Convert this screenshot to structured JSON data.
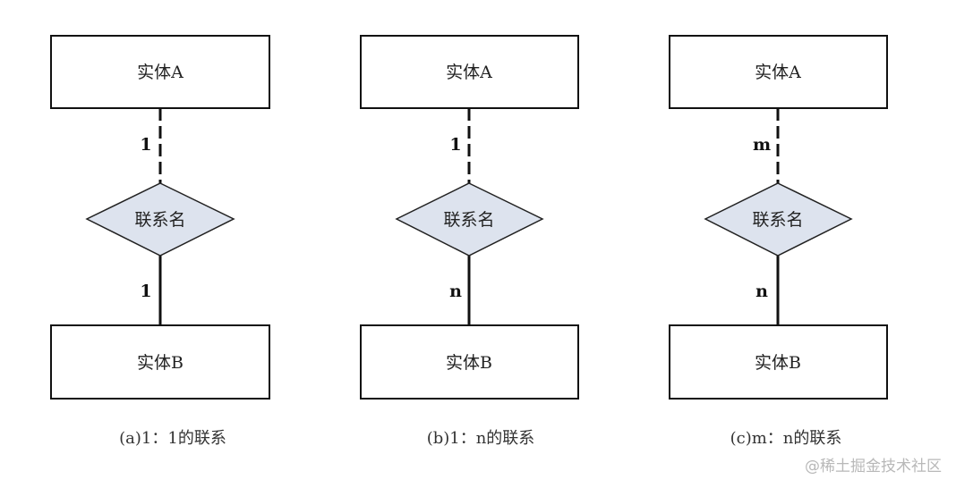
{
  "diagrams": [
    {
      "entity_a": "实体A",
      "relationship": "联系名",
      "entity_b": "实体B",
      "cardinality_top": "1",
      "cardinality_bottom": "1",
      "caption": "(a)1：1的联系"
    },
    {
      "entity_a": "实体A",
      "relationship": "联系名",
      "entity_b": "实体B",
      "cardinality_top": "1",
      "cardinality_bottom": "n",
      "caption": "(b)1：n的联系"
    },
    {
      "entity_a": "实体A",
      "relationship": "联系名",
      "entity_b": "实体B",
      "cardinality_top": "m",
      "cardinality_bottom": "n",
      "caption": "(c)m：n的联系"
    }
  ],
  "watermark": "@稀土掘金技术社区",
  "colors": {
    "diamond_fill": "#dde3ee",
    "stroke": "#111111",
    "watermark": "#b8b8b8"
  }
}
